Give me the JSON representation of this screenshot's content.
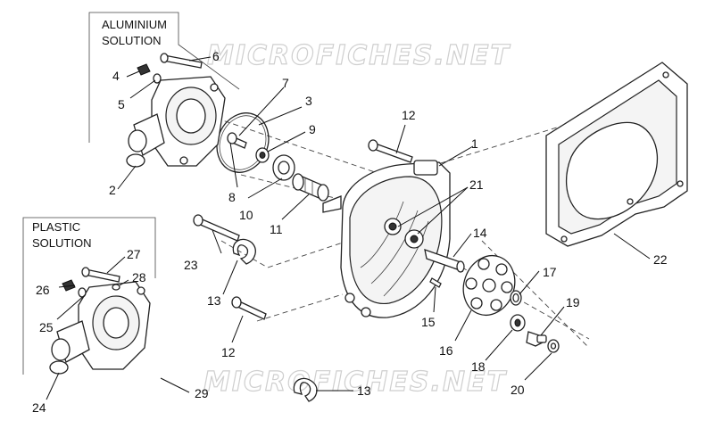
{
  "watermark": {
    "top": "MICROFICHES.NET",
    "bottom": "MICROFICHES.NET"
  },
  "boxes": {
    "aluminium": {
      "line1": "ALUMINIUM",
      "line2": "SOLUTION"
    },
    "plastic": {
      "line1": "PLASTIC",
      "line2": "SOLUTION"
    }
  },
  "callouts": {
    "c1": "1",
    "c2": "2",
    "c3": "3",
    "c4": "4",
    "c5": "5",
    "c6": "6",
    "c7": "7",
    "c8": "8",
    "c9": "9",
    "c10": "10",
    "c11": "11",
    "c12a": "12",
    "c12b": "12",
    "c13a": "13",
    "c13b": "13",
    "c14": "14",
    "c15": "15",
    "c16": "16",
    "c17": "17",
    "c18": "18",
    "c19": "19",
    "c20": "20",
    "c21": "21",
    "c22": "22",
    "c23": "23",
    "c24": "24",
    "c25": "25",
    "c26": "26",
    "c27": "27",
    "c28": "28",
    "c29": "29"
  }
}
